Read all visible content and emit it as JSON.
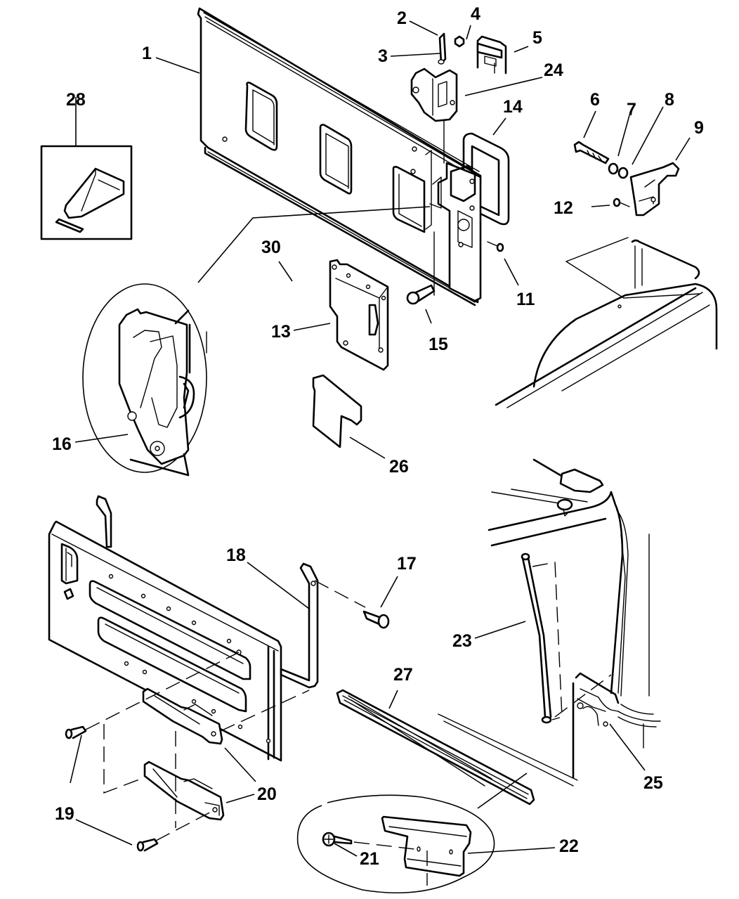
{
  "diagram": {
    "title": "Tailgate and hardware exploded parts diagram",
    "callouts": {
      "c1": "1",
      "c2": "2",
      "c3": "3",
      "c4": "4",
      "c5": "5",
      "c6": "6",
      "c7": "7",
      "c8": "8",
      "c9": "9",
      "c11": "11",
      "c12": "12",
      "c13": "13",
      "c14": "14",
      "c15": "15",
      "c16": "16",
      "c17": "17",
      "c18": "18",
      "c19": "19",
      "c20": "20",
      "c21": "21",
      "c22": "22",
      "c23": "23",
      "c24": "24",
      "c25": "25",
      "c26": "26",
      "c27": "27",
      "c28": "28",
      "c30": "30"
    },
    "parts": [
      {
        "ref": "1",
        "name": "tailgate-panel-upper"
      },
      {
        "ref": "2",
        "name": "rod"
      },
      {
        "ref": "3",
        "name": "rod-clip"
      },
      {
        "ref": "4",
        "name": "clip"
      },
      {
        "ref": "5",
        "name": "handle"
      },
      {
        "ref": "6",
        "name": "bolt"
      },
      {
        "ref": "7",
        "name": "washer"
      },
      {
        "ref": "8",
        "name": "washer"
      },
      {
        "ref": "9",
        "name": "hinge-bracket"
      },
      {
        "ref": "11",
        "name": "screw"
      },
      {
        "ref": "12",
        "name": "screw"
      },
      {
        "ref": "13",
        "name": "latch-cover"
      },
      {
        "ref": "14",
        "name": "handle-bezel"
      },
      {
        "ref": "15",
        "name": "bolt"
      },
      {
        "ref": "16",
        "name": "latch-assembly-detail"
      },
      {
        "ref": "17",
        "name": "screw"
      },
      {
        "ref": "18",
        "name": "tailgate-bar"
      },
      {
        "ref": "19",
        "name": "pin"
      },
      {
        "ref": "20",
        "name": "hinge"
      },
      {
        "ref": "21",
        "name": "screw"
      },
      {
        "ref": "22",
        "name": "retainer"
      },
      {
        "ref": "23",
        "name": "gas-support-strut"
      },
      {
        "ref": "24",
        "name": "latch"
      },
      {
        "ref": "25",
        "name": "stud"
      },
      {
        "ref": "26",
        "name": "shield"
      },
      {
        "ref": "27",
        "name": "seal"
      },
      {
        "ref": "28",
        "name": "bracket-kit"
      },
      {
        "ref": "30",
        "name": "tailgate-assembly"
      }
    ]
  }
}
